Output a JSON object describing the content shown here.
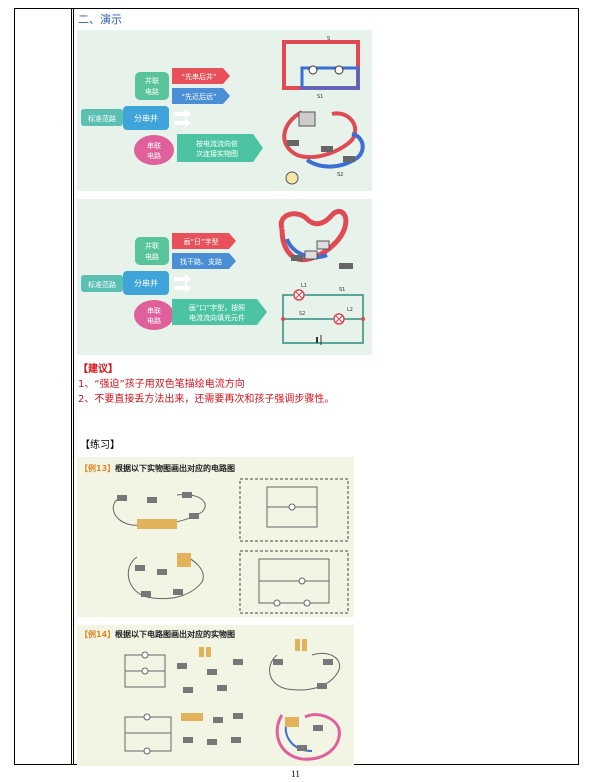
{
  "section_title": "二、演示",
  "slide1": {
    "center": "分串并",
    "left": "标准范路",
    "parallel": "并联\n电路",
    "series": "串联\n电路",
    "tag_a": "“先串后并”",
    "tag_b": "“先近后远”",
    "tag_c": "按电流流向依\n次连接实物图",
    "label_s": "S",
    "label_s1": "S1",
    "label_s2": "S2"
  },
  "slide2": {
    "center": "分串并",
    "left": "标准范路",
    "parallel": "并联\n电路",
    "series": "串联\n电路",
    "tag_a": "画“日”字型",
    "tag_b": "找干路、支路",
    "tag_c": "画“口”字型，按照\n电流流向填充元件",
    "label_l1": "L1",
    "label_l2": "L2",
    "label_s1": "S1",
    "label_s2": "S2"
  },
  "tips": {
    "heading": "【建议】",
    "line1": "1、“强迫”孩子用双色笔描绘电流方向",
    "line2": "2、不要直接丢方法出来，还需要再次和孩子强调步骤性。"
  },
  "practice_title": "【练习】",
  "example13": {
    "tag": "【例13】",
    "title": "根据以下实物图画出对应的电路图"
  },
  "example14": {
    "tag": "【例14】",
    "title": "根据以下电路图画出对应的实物图"
  },
  "page_number": "11",
  "colors": {
    "accent_blue": "#2a5db0",
    "tip_red": "#d4141c",
    "arrow_red": "#e8515a",
    "arrow_blue": "#4a8fd6",
    "arrow_green": "#4cc4a3",
    "purple": "#e0609c"
  }
}
